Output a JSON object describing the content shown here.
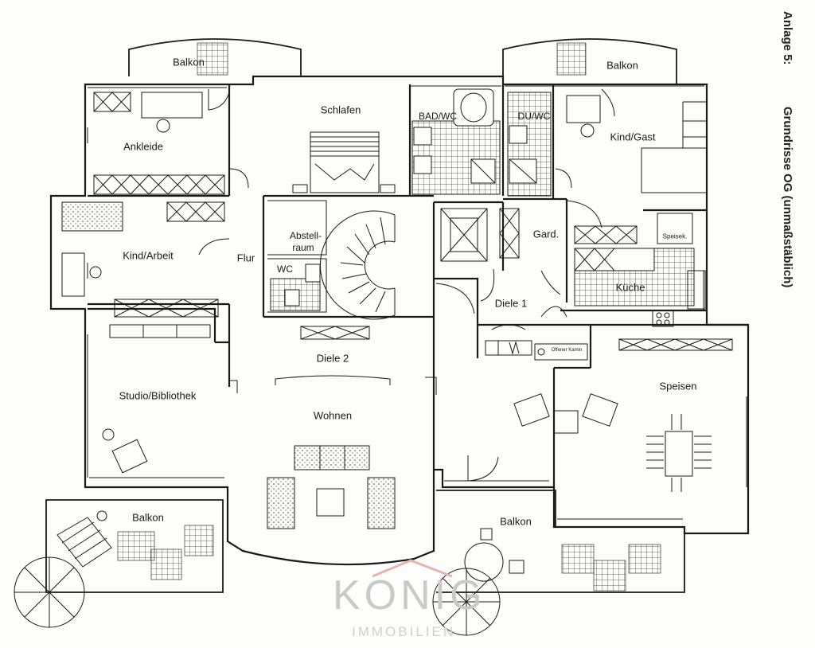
{
  "title": {
    "annex": "Anlage 5:",
    "heading": "Grundrisse OG (unmaßstäblich)"
  },
  "rooms": {
    "balkon_top_left": "Balkon",
    "balkon_top_right": "Balkon",
    "ankleide": "Ankleide",
    "schlafen": "Schlafen",
    "bad_wc": "BAD/WC",
    "du_wc": "DU/WC",
    "kind_gast": "Kind/Gast",
    "kind_arbeit": "Kind/Arbeit",
    "flur": "Flur",
    "abstellraum_1": "Abstell-",
    "abstellraum_2": "raum",
    "wc": "WC",
    "gard": "Gard.",
    "speisek": "Speisek.",
    "kueche": "Küche",
    "diele_1": "Diele 1",
    "diele_2": "Diele 2",
    "offener_kamin": "Offener Kamin",
    "studio": "Studio/Bibliothek",
    "wohnen": "Wohnen",
    "speisen": "Speisen",
    "balkon_bottom_left": "Balkon",
    "balkon_bottom_mid": "Balkon"
  },
  "watermark": {
    "brand": "KONIG",
    "sub": "IMMOBILIEN"
  },
  "colors": {
    "line": "#1a1a1a",
    "background": "#fdfdfb",
    "watermark": "#c9c9c9",
    "watermark_roof": "#e6b3b3"
  }
}
